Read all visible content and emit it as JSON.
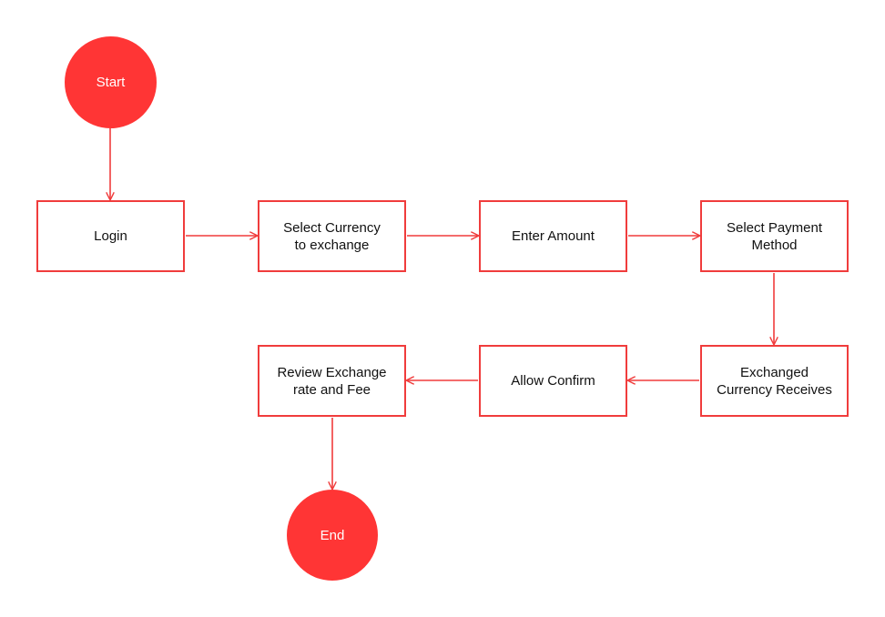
{
  "colors": {
    "accent": "#f03c3c",
    "terminal_fill": "#ff3535",
    "text": "#111111",
    "background": "#ffffff"
  },
  "nodes": {
    "start": "Start",
    "login": "Login",
    "select_currency": "Select Currency\nto exchange",
    "enter_amount": "Enter Amount",
    "select_payment": "Select Payment\nMethod",
    "exchanged_currency": "Exchanged\nCurrency Receives",
    "allow_confirm": "Allow Confirm",
    "review_exchange": "Review Exchange\nrate and Fee",
    "end": "End"
  }
}
